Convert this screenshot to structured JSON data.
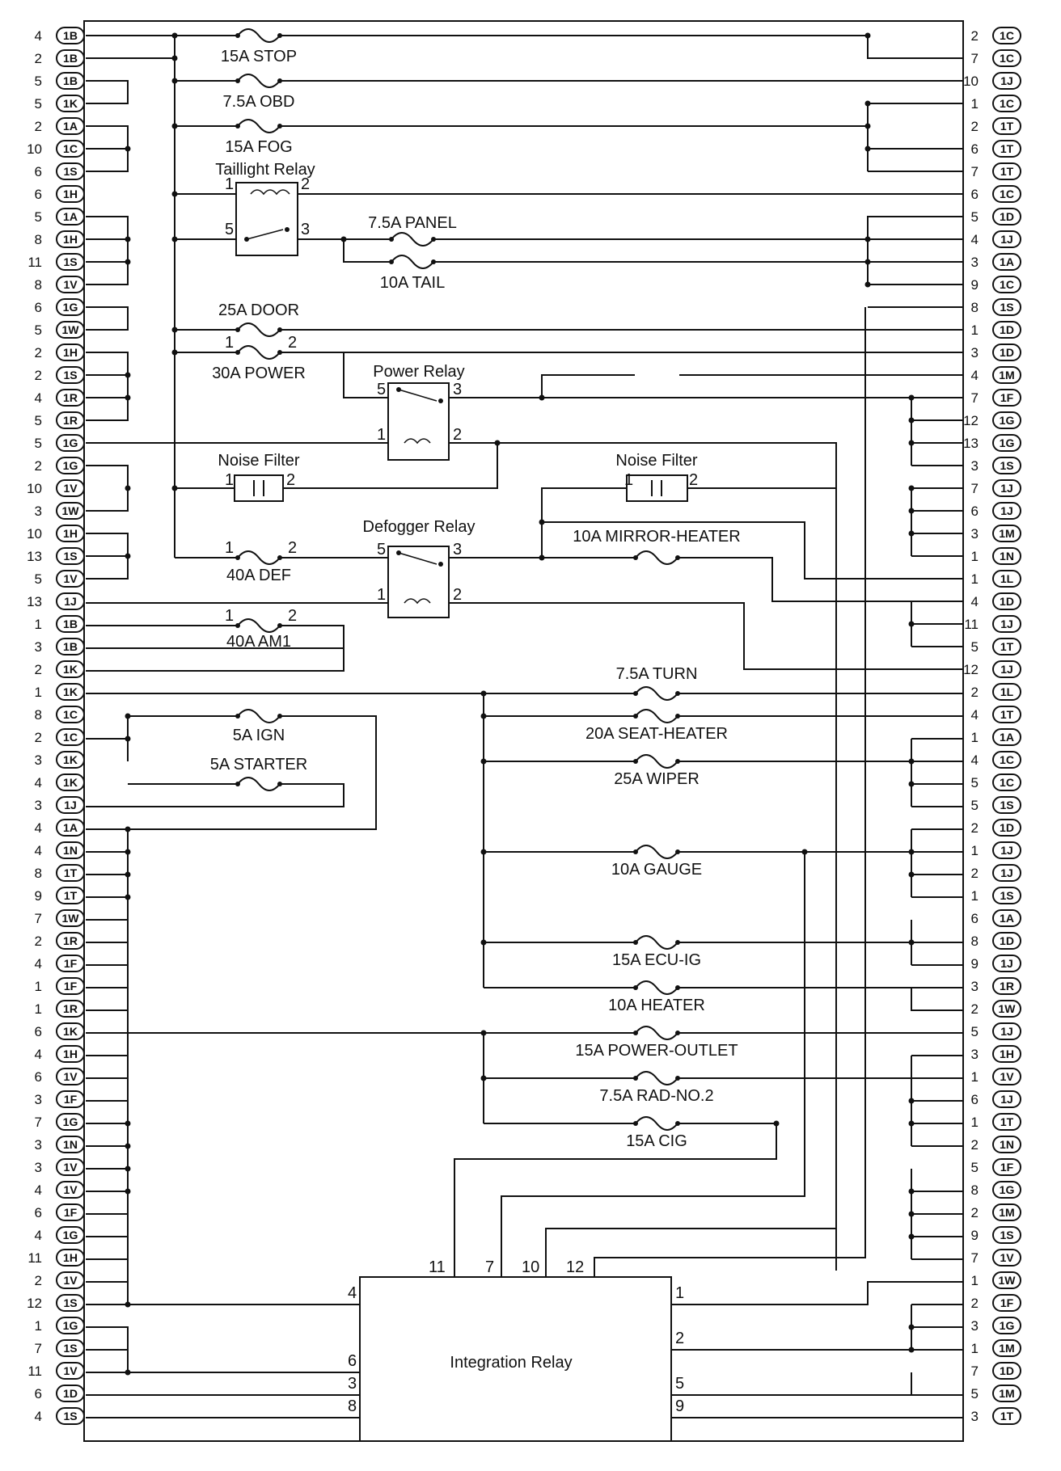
{
  "left_connectors": [
    {
      "pin": "4",
      "conn": "1B"
    },
    {
      "pin": "2",
      "conn": "1B"
    },
    {
      "pin": "5",
      "conn": "1B"
    },
    {
      "pin": "5",
      "conn": "1K"
    },
    {
      "pin": "2",
      "conn": "1A"
    },
    {
      "pin": "10",
      "conn": "1C"
    },
    {
      "pin": "6",
      "conn": "1S"
    },
    {
      "pin": "6",
      "conn": "1H"
    },
    {
      "pin": "5",
      "conn": "1A"
    },
    {
      "pin": "8",
      "conn": "1H"
    },
    {
      "pin": "11",
      "conn": "1S"
    },
    {
      "pin": "8",
      "conn": "1V"
    },
    {
      "pin": "6",
      "conn": "1G"
    },
    {
      "pin": "5",
      "conn": "1W"
    },
    {
      "pin": "2",
      "conn": "1H"
    },
    {
      "pin": "2",
      "conn": "1S"
    },
    {
      "pin": "4",
      "conn": "1R"
    },
    {
      "pin": "5",
      "conn": "1R"
    },
    {
      "pin": "5",
      "conn": "1G"
    },
    {
      "pin": "2",
      "conn": "1G"
    },
    {
      "pin": "10",
      "conn": "1V"
    },
    {
      "pin": "3",
      "conn": "1W"
    },
    {
      "pin": "10",
      "conn": "1H"
    },
    {
      "pin": "13",
      "conn": "1S"
    },
    {
      "pin": "5",
      "conn": "1V"
    },
    {
      "pin": "13",
      "conn": "1J"
    },
    {
      "pin": "1",
      "conn": "1B"
    },
    {
      "pin": "3",
      "conn": "1B"
    },
    {
      "pin": "2",
      "conn": "1K"
    },
    {
      "pin": "1",
      "conn": "1K"
    },
    {
      "pin": "8",
      "conn": "1C"
    },
    {
      "pin": "2",
      "conn": "1C"
    },
    {
      "pin": "3",
      "conn": "1K"
    },
    {
      "pin": "4",
      "conn": "1K"
    },
    {
      "pin": "3",
      "conn": "1J"
    },
    {
      "pin": "4",
      "conn": "1A"
    },
    {
      "pin": "4",
      "conn": "1N"
    },
    {
      "pin": "8",
      "conn": "1T"
    },
    {
      "pin": "9",
      "conn": "1T"
    },
    {
      "pin": "7",
      "conn": "1W"
    },
    {
      "pin": "2",
      "conn": "1R"
    },
    {
      "pin": "4",
      "conn": "1F"
    },
    {
      "pin": "1",
      "conn": "1F"
    },
    {
      "pin": "1",
      "conn": "1R"
    },
    {
      "pin": "6",
      "conn": "1K"
    },
    {
      "pin": "4",
      "conn": "1H"
    },
    {
      "pin": "6",
      "conn": "1V"
    },
    {
      "pin": "3",
      "conn": "1F"
    },
    {
      "pin": "7",
      "conn": "1G"
    },
    {
      "pin": "3",
      "conn": "1N"
    },
    {
      "pin": "3",
      "conn": "1V"
    },
    {
      "pin": "4",
      "conn": "1V"
    },
    {
      "pin": "6",
      "conn": "1F"
    },
    {
      "pin": "4",
      "conn": "1G"
    },
    {
      "pin": "11",
      "conn": "1H"
    },
    {
      "pin": "2",
      "conn": "1V"
    },
    {
      "pin": "12",
      "conn": "1S"
    },
    {
      "pin": "1",
      "conn": "1G"
    },
    {
      "pin": "7",
      "conn": "1S"
    },
    {
      "pin": "11",
      "conn": "1V"
    },
    {
      "pin": "6",
      "conn": "1D"
    },
    {
      "pin": "4",
      "conn": "1S"
    }
  ],
  "right_connectors": [
    {
      "pin": "2",
      "conn": "1C"
    },
    {
      "pin": "7",
      "conn": "1C"
    },
    {
      "pin": "10",
      "conn": "1J"
    },
    {
      "pin": "1",
      "conn": "1C"
    },
    {
      "pin": "2",
      "conn": "1T"
    },
    {
      "pin": "6",
      "conn": "1T"
    },
    {
      "pin": "7",
      "conn": "1T"
    },
    {
      "pin": "6",
      "conn": "1C"
    },
    {
      "pin": "5",
      "conn": "1D"
    },
    {
      "pin": "4",
      "conn": "1J"
    },
    {
      "pin": "3",
      "conn": "1A"
    },
    {
      "pin": "9",
      "conn": "1C"
    },
    {
      "pin": "8",
      "conn": "1S"
    },
    {
      "pin": "1",
      "conn": "1D"
    },
    {
      "pin": "3",
      "conn": "1D"
    },
    {
      "pin": "4",
      "conn": "1M"
    },
    {
      "pin": "7",
      "conn": "1F"
    },
    {
      "pin": "12",
      "conn": "1G"
    },
    {
      "pin": "13",
      "conn": "1G"
    },
    {
      "pin": "3",
      "conn": "1S"
    },
    {
      "pin": "7",
      "conn": "1J"
    },
    {
      "pin": "6",
      "conn": "1J"
    },
    {
      "pin": "3",
      "conn": "1M"
    },
    {
      "pin": "1",
      "conn": "1N"
    },
    {
      "pin": "1",
      "conn": "1L"
    },
    {
      "pin": "4",
      "conn": "1D"
    },
    {
      "pin": "11",
      "conn": "1J"
    },
    {
      "pin": "5",
      "conn": "1T"
    },
    {
      "pin": "12",
      "conn": "1J"
    },
    {
      "pin": "2",
      "conn": "1L"
    },
    {
      "pin": "4",
      "conn": "1T"
    },
    {
      "pin": "1",
      "conn": "1A"
    },
    {
      "pin": "4",
      "conn": "1C"
    },
    {
      "pin": "5",
      "conn": "1C"
    },
    {
      "pin": "5",
      "conn": "1S"
    },
    {
      "pin": "2",
      "conn": "1D"
    },
    {
      "pin": "1",
      "conn": "1J"
    },
    {
      "pin": "2",
      "conn": "1J"
    },
    {
      "pin": "1",
      "conn": "1S"
    },
    {
      "pin": "6",
      "conn": "1A"
    },
    {
      "pin": "8",
      "conn": "1D"
    },
    {
      "pin": "9",
      "conn": "1J"
    },
    {
      "pin": "3",
      "conn": "1R"
    },
    {
      "pin": "2",
      "conn": "1W"
    },
    {
      "pin": "5",
      "conn": "1J"
    },
    {
      "pin": "3",
      "conn": "1H"
    },
    {
      "pin": "1",
      "conn": "1V"
    },
    {
      "pin": "6",
      "conn": "1J"
    },
    {
      "pin": "1",
      "conn": "1T"
    },
    {
      "pin": "2",
      "conn": "1N"
    },
    {
      "pin": "5",
      "conn": "1F"
    },
    {
      "pin": "8",
      "conn": "1G"
    },
    {
      "pin": "2",
      "conn": "1M"
    },
    {
      "pin": "9",
      "conn": "1S"
    },
    {
      "pin": "7",
      "conn": "1V"
    },
    {
      "pin": "1",
      "conn": "1W"
    },
    {
      "pin": "2",
      "conn": "1F"
    },
    {
      "pin": "3",
      "conn": "1G"
    },
    {
      "pin": "1",
      "conn": "1M"
    },
    {
      "pin": "7",
      "conn": "1D"
    },
    {
      "pin": "5",
      "conn": "1M"
    },
    {
      "pin": "3",
      "conn": "1T"
    }
  ],
  "fuses": {
    "stop": "15A STOP",
    "obd": "7.5A OBD",
    "fog": "15A FOG",
    "panel": "7.5A PANEL",
    "tail": "10A TAIL",
    "door": "25A DOOR",
    "power": "30A POWER",
    "def": "40A DEF",
    "am1": "40A AM1",
    "mirror_heater": "10A MIRROR-HEATER",
    "ign": "5A IGN",
    "starter": "5A STARTER",
    "turn": "7.5A TURN",
    "seat_heater": "20A SEAT-HEATER",
    "wiper": "25A WIPER",
    "gauge": "10A GAUGE",
    "ecu_ig": "15A ECU-IG",
    "heater": "10A HEATER",
    "power_outlet": "15A POWER-OUTLET",
    "rad_no2": "7.5A RAD-NO.2",
    "cig": "15A CIG"
  },
  "relays": {
    "taillight": "Taillight Relay",
    "power": "Power Relay",
    "defogger": "Defogger Relay",
    "integration": "Integration Relay"
  },
  "filters": {
    "noise_left": "Noise Filter",
    "noise_right": "Noise Filter"
  },
  "terminal_numbers": {
    "one": "1",
    "two": "2",
    "three": "3",
    "five": "5",
    "ir_4": "4",
    "ir_11": "11",
    "ir_7": "7",
    "ir_10": "10",
    "ir_12": "12",
    "ir_1": "1",
    "ir_2": "2",
    "ir_6": "6",
    "ir_3": "3",
    "ir_8": "8",
    "ir_5": "5",
    "ir_9": "9"
  }
}
